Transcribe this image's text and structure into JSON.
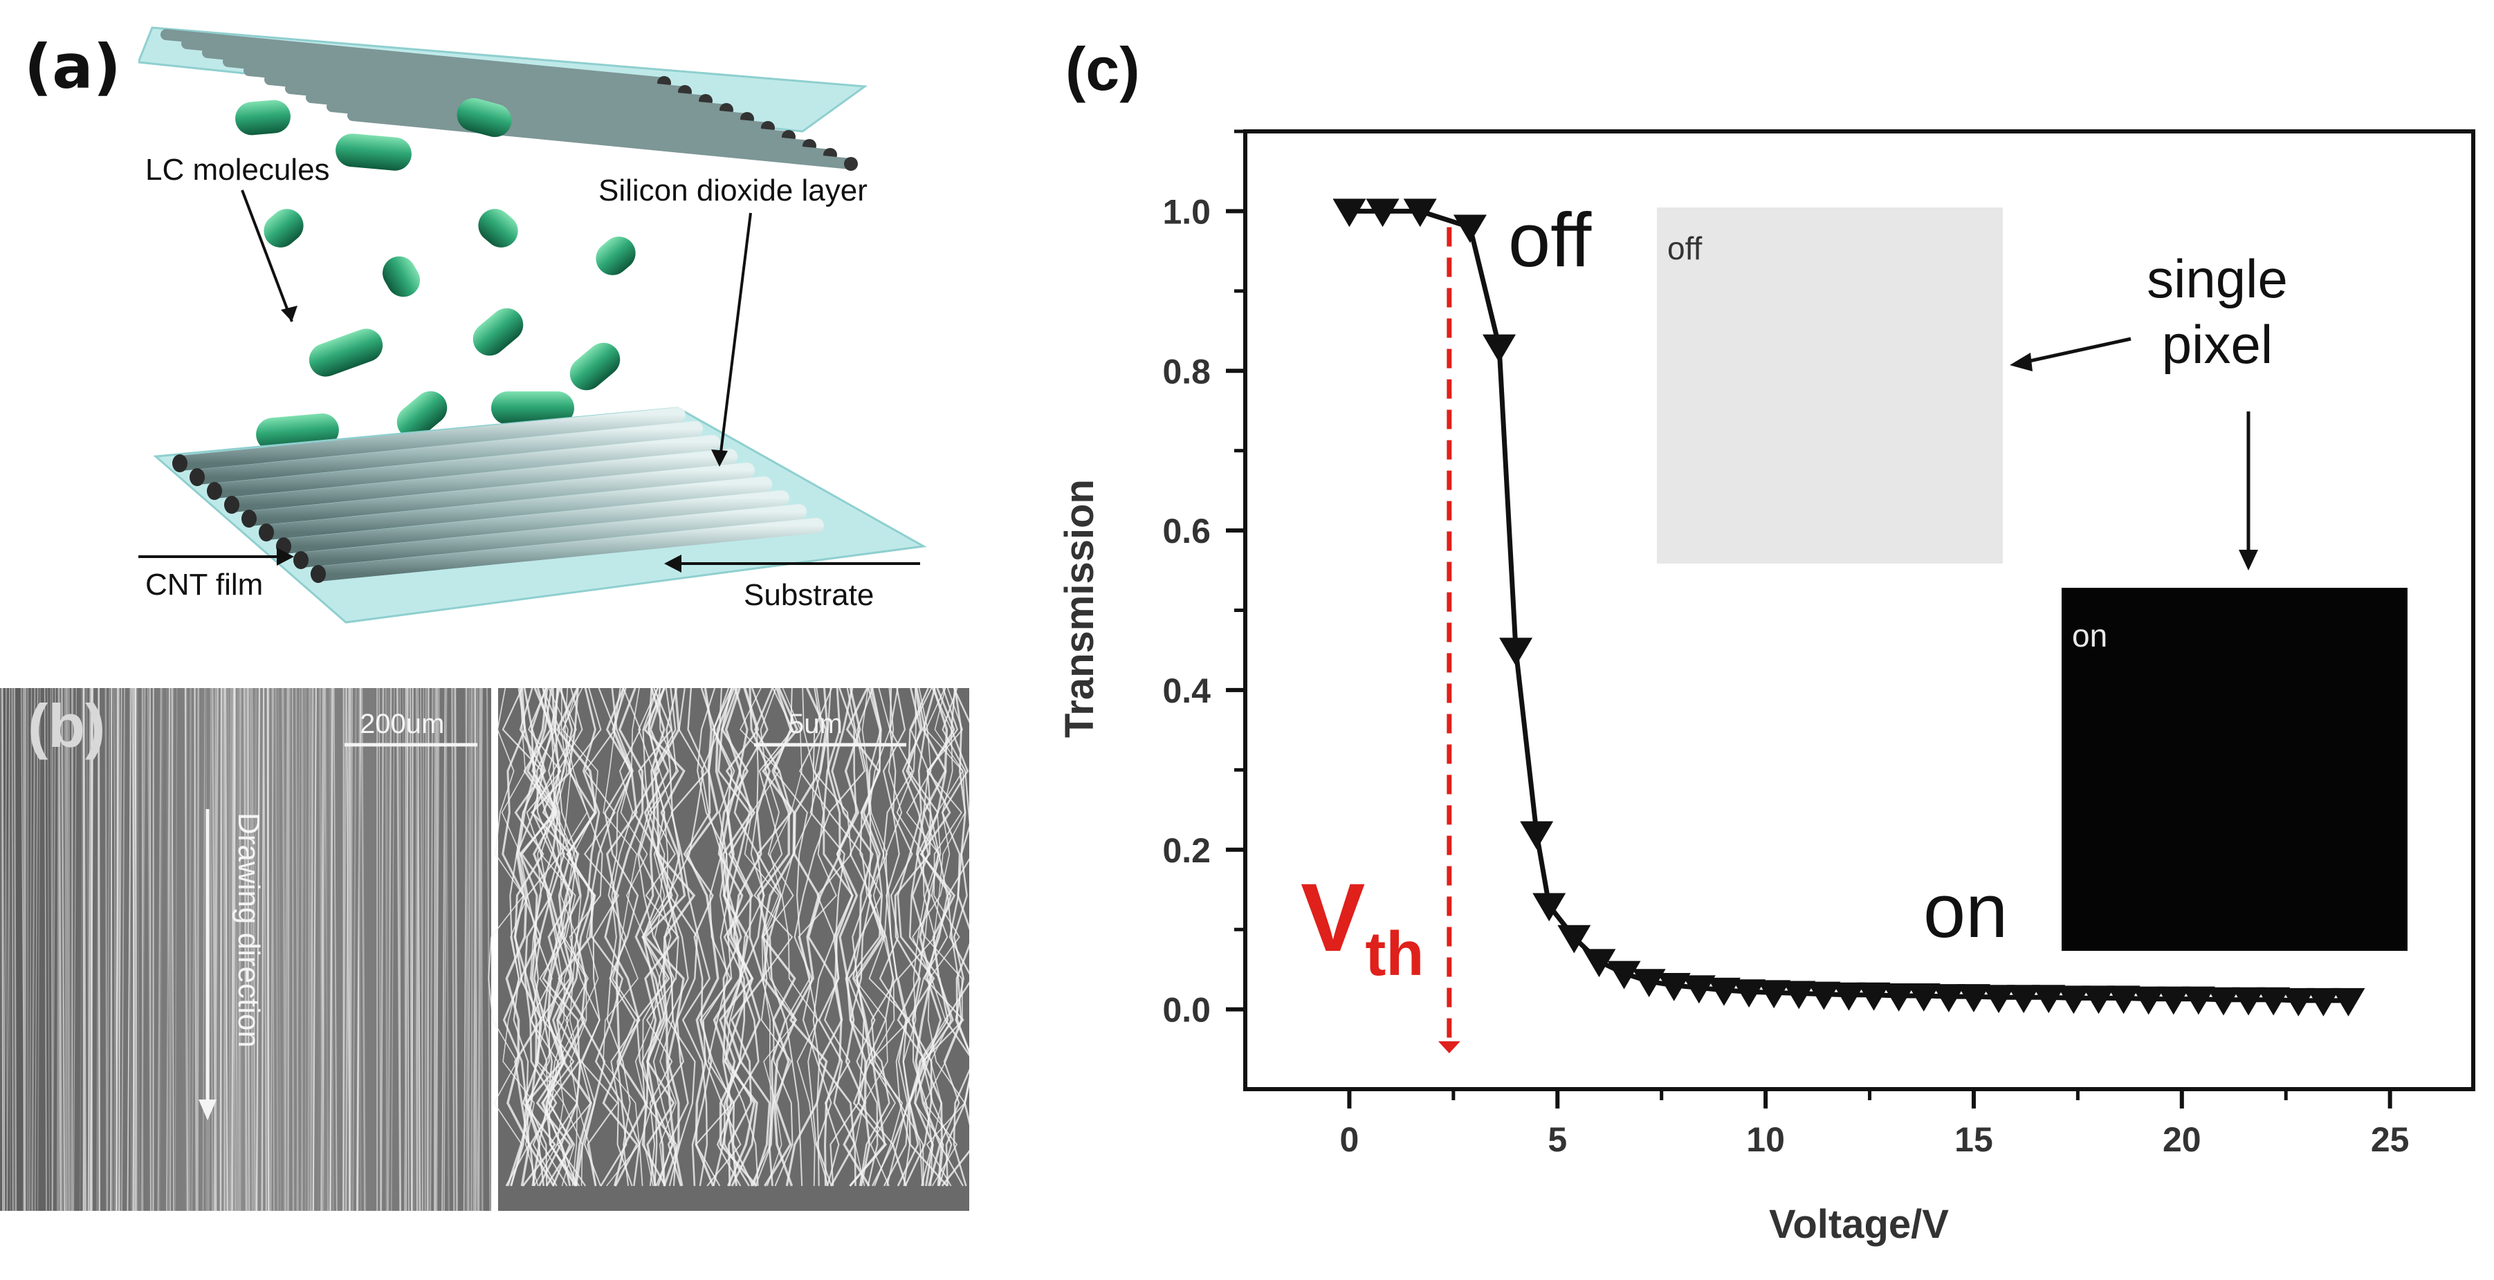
{
  "figure": {
    "panel_a": {
      "label": "(a)",
      "annotations": {
        "lc_molecules": "LC molecules",
        "silicon_dioxide": "Silicon dioxide layer",
        "cnt_film": "CNT film",
        "substrate": "Substrate"
      }
    },
    "panel_b": {
      "label": "(b)",
      "scale_left": "200um",
      "scale_right": "5um",
      "direction_label": "Drawing direction"
    },
    "panel_c": {
      "label": "(c)",
      "vth_main": "V",
      "vth_sub": "th",
      "off_label": "off",
      "on_label": "on",
      "inset_off_label": "off",
      "inset_on_label": "on",
      "single_pixel_line1": "single",
      "single_pixel_line2": "pixel"
    }
  },
  "chart_data": {
    "type": "scatter",
    "xlabel": "Voltage/V",
    "ylabel": "Transmission",
    "xlim": [
      -2.5,
      27
    ],
    "ylim": [
      -0.1,
      1.1
    ],
    "xticks": [
      "0",
      "5",
      "10",
      "15",
      "20",
      "25"
    ],
    "yticks": [
      "0.0",
      "0.2",
      "0.4",
      "0.6",
      "0.8",
      "1.0"
    ],
    "marker": "down-triangle",
    "grid": false,
    "vth": 2.4,
    "series": [
      {
        "x": [
          0,
          0.8,
          1.7,
          2.9,
          3.6,
          4.0,
          4.5,
          4.8,
          5.4,
          6.0,
          6.6,
          7.2,
          7.8,
          8.4,
          9.0,
          9.6,
          10.2,
          10.8,
          11.4,
          12.0,
          12.6,
          13.2,
          13.8,
          14.4,
          15.0,
          15.6,
          16.2,
          16.8,
          17.4,
          18.0,
          18.6,
          19.2,
          19.8,
          20.4,
          21.0,
          21.6,
          22.2,
          22.8,
          23.4,
          24.0
        ],
        "y": [
          1.0,
          1.0,
          1.0,
          0.98,
          0.83,
          0.45,
          0.22,
          0.13,
          0.09,
          0.06,
          0.045,
          0.035,
          0.03,
          0.027,
          0.024,
          0.022,
          0.021,
          0.02,
          0.019,
          0.018,
          0.018,
          0.017,
          0.017,
          0.016,
          0.016,
          0.015,
          0.015,
          0.015,
          0.014,
          0.014,
          0.014,
          0.013,
          0.013,
          0.013,
          0.012,
          0.012,
          0.012,
          0.011,
          0.011,
          0.011
        ]
      }
    ]
  }
}
